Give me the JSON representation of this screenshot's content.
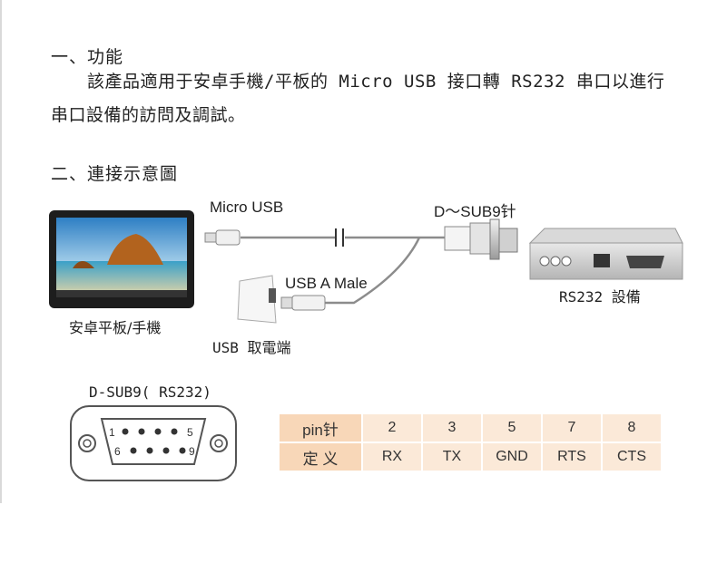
{
  "section1": {
    "heading": "一、功能",
    "line1": "該產品適用于安卓手機/平板的 Micro USB 接口轉 RS232 串口以進行",
    "line2": "串口設備的訪問及調試。"
  },
  "section2": {
    "heading": "二、連接示意圖"
  },
  "diagram": {
    "micro_usb": "Micro USB",
    "dsub9": "D～SUB9针",
    "usb_a": "USB A Male",
    "rs232_device": "RS232 設備",
    "tablet": "安卓平板/手機",
    "power": "USB 取電端"
  },
  "connector": {
    "title": "D-SUB9( RS232)",
    "pin1": "1",
    "pin5": "5",
    "pin6": "6",
    "pin9": "9"
  },
  "pin_table": {
    "row1_header": "pin针",
    "row2_header": "定 义",
    "pins": [
      "2",
      "3",
      "5",
      "7",
      "8"
    ],
    "defs": [
      "RX",
      "TX",
      "GND",
      "RTS",
      "CTS"
    ]
  }
}
